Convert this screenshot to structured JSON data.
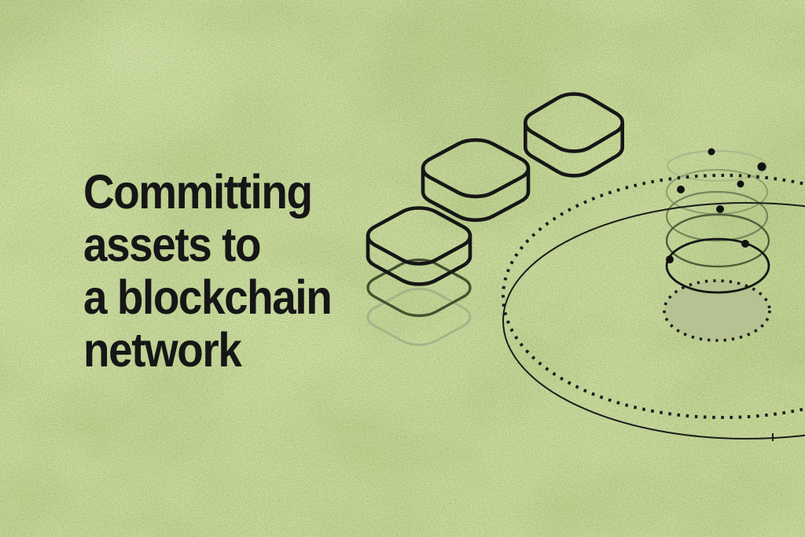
{
  "heading": {
    "lines": [
      "Committing",
      "assets to",
      "a blockchain",
      "network"
    ]
  },
  "colors": {
    "background": "#c8d99c",
    "ink": "#161616",
    "line": "#1c1c1c",
    "coil_shadow_fill": "#b6c291",
    "echo_dark": "#45522f",
    "echo_light": "#a7b489",
    "coil": [
      "#a9b88c",
      "#8d9d6e",
      "#74855a",
      "#4e5e3a",
      "#151515"
    ],
    "dot": "#111111"
  }
}
